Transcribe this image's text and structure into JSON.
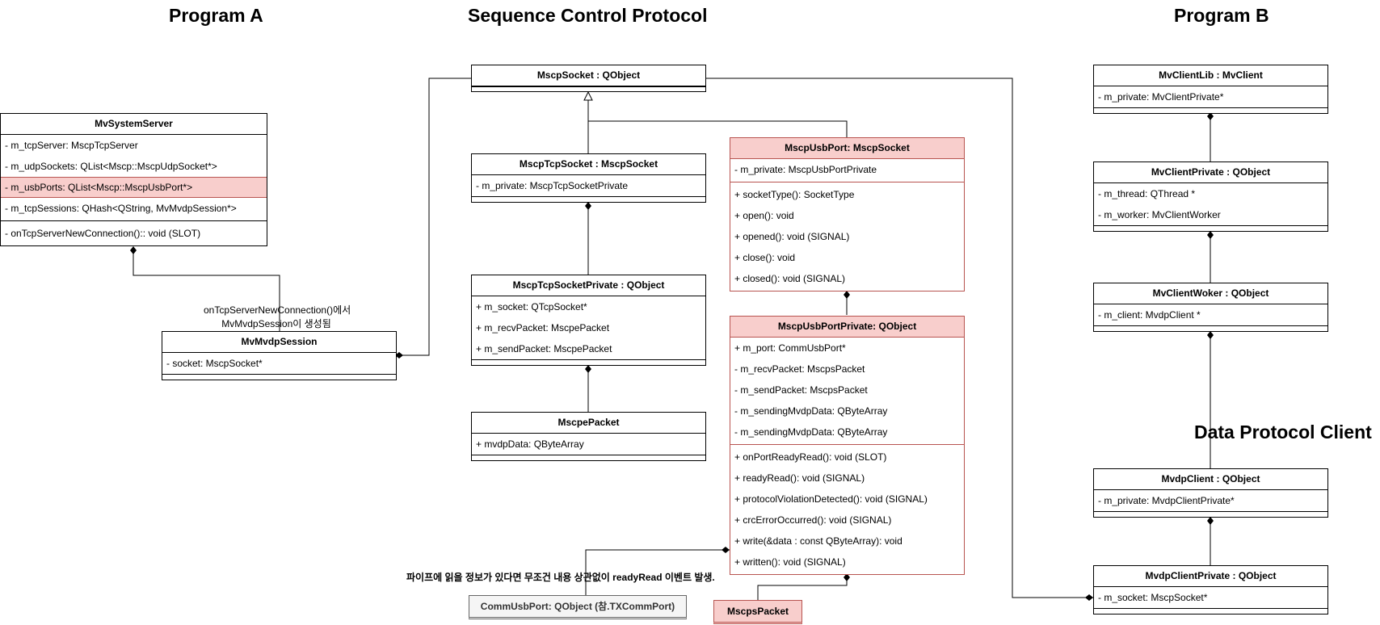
{
  "headings": {
    "program_a": "Program A",
    "protocol": "Sequence Control Protocol",
    "program_b": "Program B",
    "data_client": "Data Protocol Client"
  },
  "classes": {
    "mv_system_server": {
      "name": "MvSystemServer",
      "attrs": [
        "- m_tcpServer: MscpTcpServer",
        "- m_udpSockets: QList<Mscp::MscpUdpSocket*>",
        "- m_usbPorts: QList<Mscp::MscpUsbPort*>",
        "- m_tcpSessions: QHash<QString, MvMvdpSession*>"
      ],
      "methods": [
        "- onTcpServerNewConnection():: void (SLOT)"
      ]
    },
    "mv_mvdp_session": {
      "name": "MvMvdpSession",
      "attrs": [
        "- socket: MscpSocket*"
      ]
    },
    "mscp_socket": {
      "name": "MscpSocket : QObject"
    },
    "mscp_tcp_socket": {
      "name": "MscpTcpSocket : MscpSocket",
      "attrs": [
        "- m_private: MscpTcpSocketPrivate"
      ]
    },
    "mscp_tcp_socket_private": {
      "name": "MscpTcpSocketPrivate : QObject",
      "attrs": [
        "+ m_socket: QTcpSocket*",
        "+ m_recvPacket: MscpePacket",
        "+ m_sendPacket: MscpePacket"
      ]
    },
    "mscpe_packet": {
      "name": "MscpePacket",
      "attrs": [
        "+ mvdpData: QByteArray"
      ]
    },
    "mscp_usb_port": {
      "name": "MscpUsbPort: MscpSocket",
      "attrs": [
        "- m_private: MscpUsbPortPrivate"
      ],
      "methods": [
        "+ socketType(): SocketType",
        "+ open(): void",
        "+ opened(): void (SIGNAL)",
        "+ close(): void",
        "+ closed(): void (SIGNAL)"
      ]
    },
    "mscp_usb_port_private": {
      "name": "MscpUsbPortPrivate: QObject",
      "attrs": [
        "+ m_port: CommUsbPort*",
        "- m_recvPacket: MscpsPacket",
        "- m_sendPacket: MscpsPacket",
        "- m_sendingMvdpData: QByteArray",
        "- m_sendingMvdpData: QByteArray"
      ],
      "methods": [
        "+ onPortReadyRead(): void (SLOT)",
        "+ readyRead(): void (SIGNAL)",
        "+ protocolViolationDetected(): void (SIGNAL)",
        "+ crcErrorOccurred(): void (SIGNAL)",
        "+ write(&data : const QByteArray): void",
        "+ written(): void (SIGNAL)"
      ]
    },
    "mv_client_lib": {
      "name": "MvClientLib : MvClient",
      "attrs": [
        "- m_private: MvClientPrivate*"
      ]
    },
    "mv_client_private": {
      "name": "MvClientPrivate : QObject",
      "attrs": [
        "- m_thread: QThread *",
        "- m_worker: MvClientWorker"
      ]
    },
    "mv_client_woker": {
      "name": "MvClientWoker : QObject",
      "attrs": [
        "- m_client: MvdpClient *"
      ]
    },
    "mvdp_client": {
      "name": "MvdpClient : QObject",
      "attrs": [
        "- m_private: MvdpClientPrivate*"
      ]
    },
    "mvdp_client_private": {
      "name": "MvdpClientPrivate : QObject",
      "attrs": [
        "- m_socket: MscpSocket*"
      ]
    }
  },
  "notes": {
    "session_note_line1": "onTcpServerNewConnection()에서",
    "session_note_line2": "MvMvdpSession이 생성됨",
    "ready_read_note": "파이프에 읽을 정보가 있다면 무조건 내용 상관없이 readyRead 이벤트 발생.",
    "comm_usb_port": "CommUsbPort: QObject (참.TXCommPort)",
    "mscps_packet": "MscpsPacket"
  },
  "colors": {
    "highlight_fill": "#f8cecc",
    "highlight_border": "#b85450",
    "gray_box": "#f5f5f5"
  }
}
